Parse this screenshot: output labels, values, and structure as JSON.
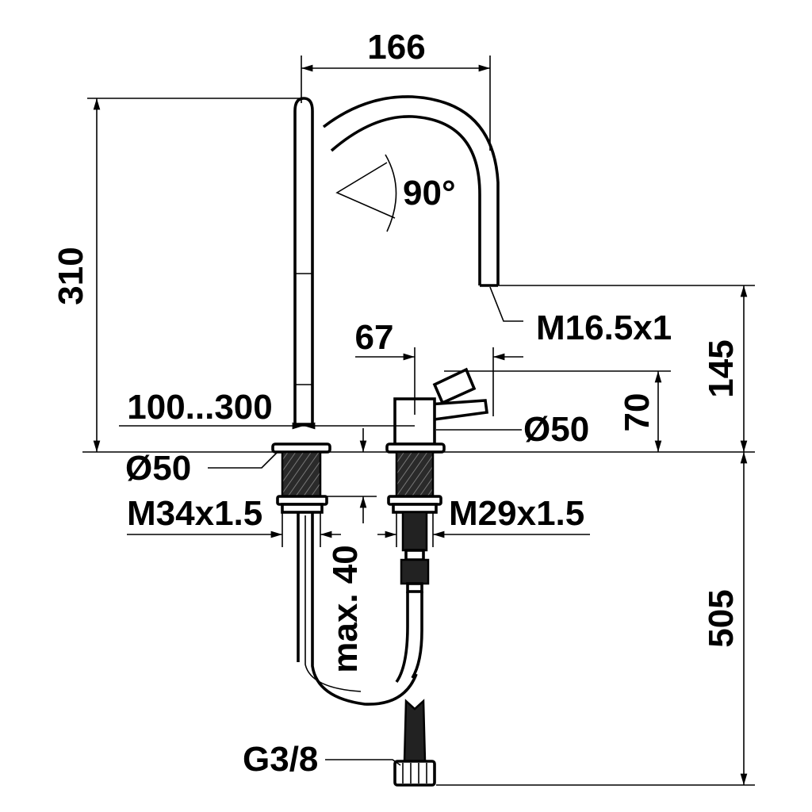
{
  "dimensions": {
    "width_spout": "166",
    "height_spout": "310",
    "swivel_angle": "90°",
    "outlet_thread": "M16.5x1",
    "handle_offset": "67",
    "mixer_height_total": "145",
    "handle_height": "70",
    "spacing_range": "100...300",
    "mixer_diameter": "Ø50",
    "spout_diameter": "Ø50",
    "spout_thread": "M34x1.5",
    "mixer_thread": "M29x1.5",
    "max_deck_thickness": "max. 40",
    "hose_length": "505",
    "connection_thread": "G3/8"
  }
}
